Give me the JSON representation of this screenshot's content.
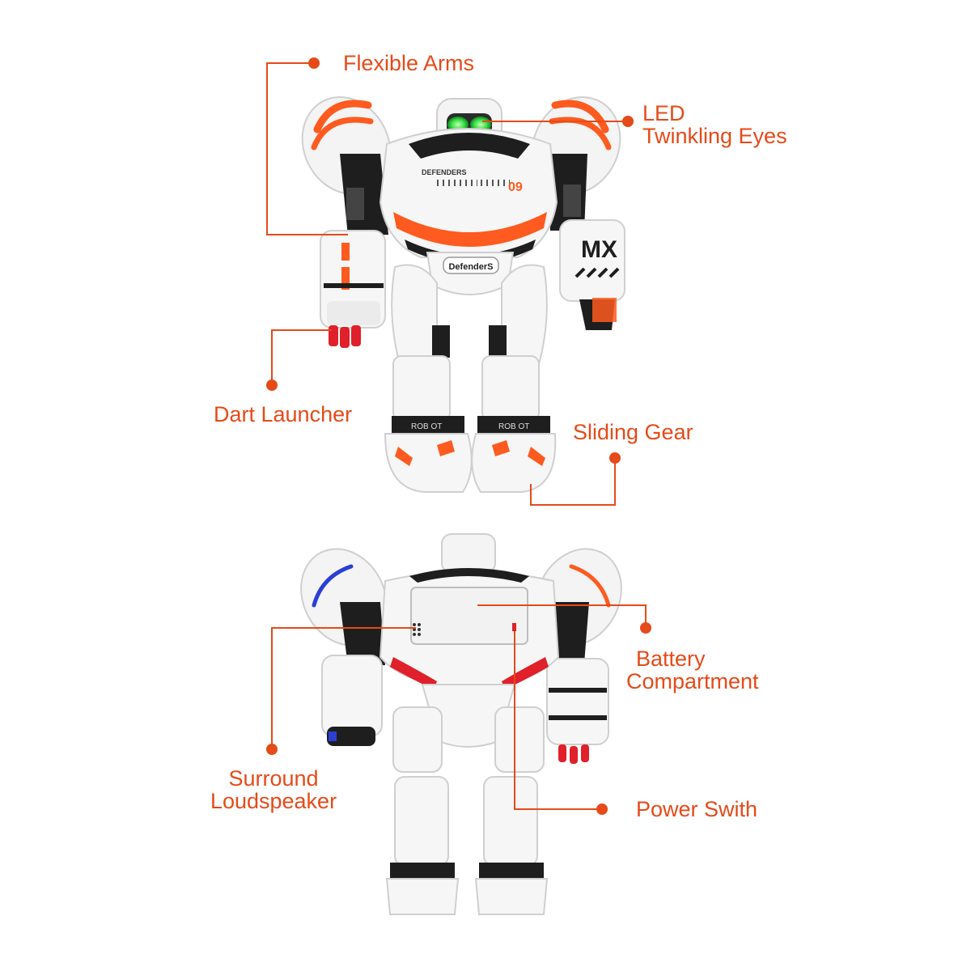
{
  "colors": {
    "accent": "#e64a19",
    "robot_white": "#f6f6f6",
    "robot_black": "#1e1e1e",
    "robot_orange": "#ff5a1f",
    "eye_green": "#39e04a",
    "dart_red": "#e0202a"
  },
  "front_view": {
    "callouts": {
      "flexible_arms": "Flexible Arms",
      "led_line1": "LED",
      "led_line2": "Twinkling Eyes",
      "dart_launcher": "Dart Launcher",
      "sliding_gear": "Sliding Gear"
    },
    "robot_text": {
      "chest_brand": "DEFENDERS",
      "chest_number": "09",
      "belly_badge": "DefenderS",
      "arm_badge": "MX",
      "left_shin": "ROB OT",
      "right_shin": "ROB OT"
    }
  },
  "back_view": {
    "callouts": {
      "battery_line1": "Battery",
      "battery_line2": "Compartment",
      "speaker_line1": "Surround",
      "speaker_line2": "Loudspeaker",
      "power_switch": "Power Swith"
    }
  }
}
